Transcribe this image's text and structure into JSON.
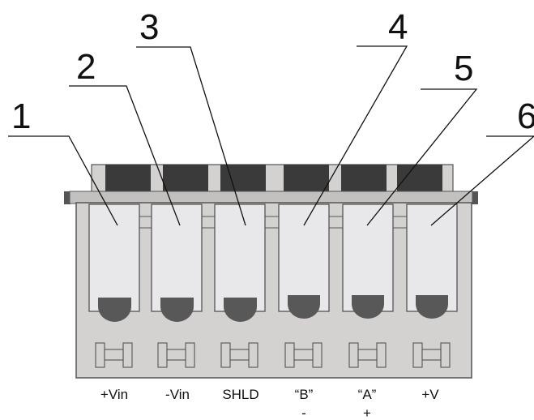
{
  "diagram": {
    "colors": {
      "housing_fill": "#d4d2d0",
      "housing_stroke": "#555555",
      "rail_fill": "#c2c1bf",
      "rail_end_fill": "#555555",
      "screw_fill": "#3a3a3a",
      "cavity_fill": "#e8e8ea",
      "contact_fill": "#585858",
      "leader_line": "#111111",
      "text": "#111111"
    },
    "terminals": [
      {
        "number": "1",
        "label": "+Vin",
        "sublabel": ""
      },
      {
        "number": "2",
        "label": "-Vin",
        "sublabel": ""
      },
      {
        "number": "3",
        "label": "SHLD",
        "sublabel": ""
      },
      {
        "number": "4",
        "label": "“B”",
        "sublabel": "-"
      },
      {
        "number": "5",
        "label": "“A”",
        "sublabel": "+"
      },
      {
        "number": "6",
        "label": "+V",
        "sublabel": ""
      }
    ]
  }
}
